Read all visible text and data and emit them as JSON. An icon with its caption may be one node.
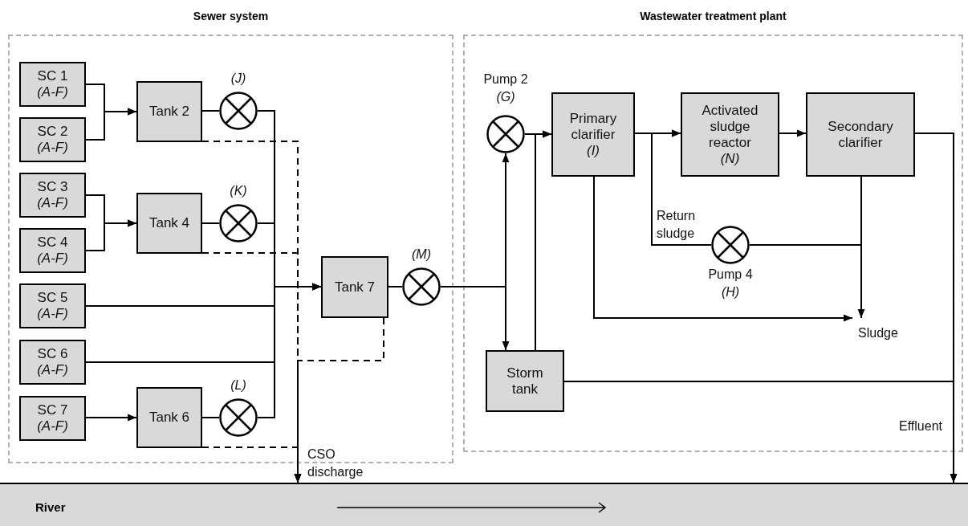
{
  "diagram": {
    "nodes": [
      {
        "text": [
          "Sewer system"
        ]
      },
      {
        "text": [
          "SC 1",
          "(A-F)"
        ],
        "in": 0
      },
      {
        "text": [
          "SC 2",
          "(A-F)"
        ],
        "in": 0
      },
      {
        "text": [
          "Tank 2"
        ],
        "in": 0
      },
      {
        "text": [],
        "shape": "circle",
        "beside": [
          "(J)"
        ],
        "in": 0
      },
      {
        "text": [
          "SC 3",
          "(A-F)"
        ],
        "in": 0
      },
      {
        "text": [
          "SC 4",
          "(A-F)"
        ],
        "in": 0
      },
      {
        "text": [
          "Tank 4"
        ],
        "in": 0
      },
      {
        "text": [],
        "shape": "circle",
        "beside": [
          "(K)"
        ],
        "in": 0
      },
      {
        "text": [
          "SC 5",
          "(A-F)"
        ],
        "in": 0
      },
      {
        "text": [
          "Tank 7"
        ],
        "in": 0
      },
      {
        "text": [],
        "shape": "circle",
        "beside": [
          "(M)"
        ],
        "in": 0
      },
      {
        "text": [
          "SC 6",
          "(A-F)"
        ],
        "in": 0
      },
      {
        "text": [
          "SC 7",
          "(A-F)"
        ],
        "in": 0
      },
      {
        "text": [
          "Tank 6"
        ],
        "in": 0
      },
      {
        "text": [],
        "shape": "circle",
        "beside": [
          "(L)"
        ],
        "in": 0
      },
      {
        "text": [
          "Wastewater treatment plant"
        ]
      },
      {
        "text": [],
        "shape": "circle",
        "beside": [
          "Pump 2",
          "(G)"
        ],
        "in": 16
      },
      {
        "text": [
          "Primary clarifier",
          "(I)"
        ],
        "in": 16
      },
      {
        "text": [
          "Activated sludge reactor",
          "(N)"
        ],
        "in": 16
      },
      {
        "text": [
          "Secondary clarifier"
        ],
        "in": 16
      },
      {
        "text": [],
        "shape": "circle",
        "beside": [
          "Pump 4",
          "(H)"
        ],
        "in": 16
      },
      {
        "text": [
          "Sludge"
        ],
        "in": 16
      },
      {
        "text": [
          "Storm tank"
        ],
        "in": 16
      },
      {
        "text": [
          "River"
        ]
      }
    ],
    "edges": [
      {
        "from": 1,
        "to": 3,
        "arrow": "to"
      },
      {
        "from": 2,
        "to": 3,
        "arrow": "to"
      },
      {
        "from": 3,
        "to": 4,
        "arrow": "none"
      },
      {
        "from": 4,
        "to": 10,
        "arrow": "to"
      },
      {
        "from": 5,
        "to": 7,
        "arrow": "to"
      },
      {
        "from": 6,
        "to": 7,
        "arrow": "to"
      },
      {
        "from": 7,
        "to": 8,
        "arrow": "none"
      },
      {
        "from": 8,
        "to": 10,
        "arrow": "to"
      },
      {
        "from": 9,
        "to": 10,
        "arrow": "to"
      },
      {
        "from": 12,
        "to": 10,
        "arrow": "to"
      },
      {
        "from": 13,
        "to": 14,
        "arrow": "to"
      },
      {
        "from": 14,
        "to": 15,
        "arrow": "none"
      },
      {
        "from": 15,
        "to": 10,
        "arrow": "to"
      },
      {
        "from": 10,
        "to": 11,
        "arrow": "none"
      },
      {
        "from": 11,
        "to": 17,
        "arrow": "to"
      },
      {
        "from": 11,
        "to": 23,
        "arrow": "to"
      },
      {
        "from": 17,
        "to": 18,
        "arrow": "to"
      },
      {
        "from": 23,
        "to": 18,
        "arrow": "to"
      },
      {
        "from": 18,
        "to": 19,
        "arrow": "to"
      },
      {
        "from": 19,
        "to": 20,
        "arrow": "to"
      },
      {
        "from": 20,
        "to": 21,
        "arrow": "none"
      },
      {
        "from": 21,
        "to": 19,
        "arrow": "to",
        "label": "Return sludge"
      },
      {
        "from": 20,
        "to": 22,
        "arrow": "to"
      },
      {
        "from": 18,
        "to": 22,
        "arrow": "to"
      },
      {
        "from": 23,
        "to": 24,
        "arrow": "to"
      },
      {
        "from": 20,
        "to": 24,
        "arrow": "to",
        "label": "Effluent"
      },
      {
        "from": 3,
        "to": 24,
        "arrow": "to",
        "style": "dashed"
      },
      {
        "from": 7,
        "to": 24,
        "arrow": "to",
        "style": "dashed"
      },
      {
        "from": 14,
        "to": 24,
        "arrow": "to",
        "style": "dashed"
      },
      {
        "from": 10,
        "to": 24,
        "arrow": "to",
        "style": "dashed"
      }
    ],
    "labels": [
      "CSO discharge"
    ]
  }
}
